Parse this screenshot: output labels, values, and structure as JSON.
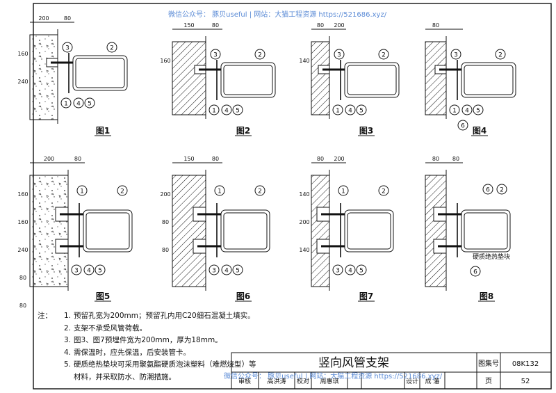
{
  "watermark": {
    "top": "微信公众号：    豚贝useful  |  网站：大猫工程资源  https://521686.xyz/",
    "bottom": "微信公众号：    豚贝useful  |  网站：大猫工程资源  https://521686.xyz/"
  },
  "figures": [
    {
      "caption": "图1",
      "dims": [
        "200",
        "80",
        "160",
        "240"
      ],
      "callouts": [
        "③",
        "②",
        "①",
        "④",
        "⑤"
      ]
    },
    {
      "caption": "图2",
      "dims": [
        "150",
        "80",
        "160"
      ],
      "callouts": [
        "③",
        "②",
        "①",
        "④",
        "⑤"
      ]
    },
    {
      "caption": "图3",
      "dims": [
        "80",
        "200",
        "140"
      ],
      "callouts": [
        "③",
        "②",
        "①",
        "④",
        "⑤"
      ]
    },
    {
      "caption": "图4",
      "dims": [
        "80"
      ],
      "callouts": [
        "③",
        "②",
        "①",
        "④",
        "⑤",
        "⑥"
      ]
    },
    {
      "caption": "图5",
      "dims": [
        "200",
        "80",
        "160",
        "160",
        "240",
        "80",
        "80"
      ],
      "callouts": [
        "①",
        "②",
        "③",
        "④",
        "⑤"
      ]
    },
    {
      "caption": "图6",
      "dims": [
        "150",
        "80",
        "200",
        "80",
        "80"
      ],
      "callouts": [
        "①",
        "②",
        "③",
        "④",
        "⑤"
      ]
    },
    {
      "caption": "图7",
      "dims": [
        "80",
        "200",
        "140",
        "200",
        "140"
      ],
      "callouts": [
        "①",
        "②",
        "③",
        "④",
        "⑤"
      ]
    },
    {
      "caption": "图8",
      "dims": [
        "80",
        "80"
      ],
      "callouts": [
        "⑥",
        "②",
        "⑥"
      ],
      "label": "硬质绝热垫块"
    }
  ],
  "notes": {
    "lead": "注：",
    "items": [
      {
        "num": "1.",
        "text": "预留孔宽为200mm；预留孔内用C20细石混凝土填实。"
      },
      {
        "num": "2.",
        "text": "支架不承受风管荷载。"
      },
      {
        "num": "3.",
        "text": "图3、图7预埋件宽为200mm，厚为18mm。"
      },
      {
        "num": "4.",
        "text": "需保温时，应先保温，后安装管卡。"
      },
      {
        "num": "5.",
        "text": "硬质绝热垫块可采用聚氨酯硬质泡沫塑料（难燃烧型）等"
      },
      {
        "num": "",
        "text": "材料，并采取防水、防潮措施。"
      }
    ]
  },
  "title_block": {
    "title": "竖向风管支架",
    "atlas_label": "图集号",
    "atlas_no": "08K132",
    "page_label": "页",
    "page_no": "52",
    "sign_row": [
      "审核",
      "高洪涛",
      "校对",
      "周惠琪",
      "设计",
      "成 藩"
    ]
  },
  "colors": {
    "line": "#111111",
    "watermark": "#5b8bd6"
  }
}
